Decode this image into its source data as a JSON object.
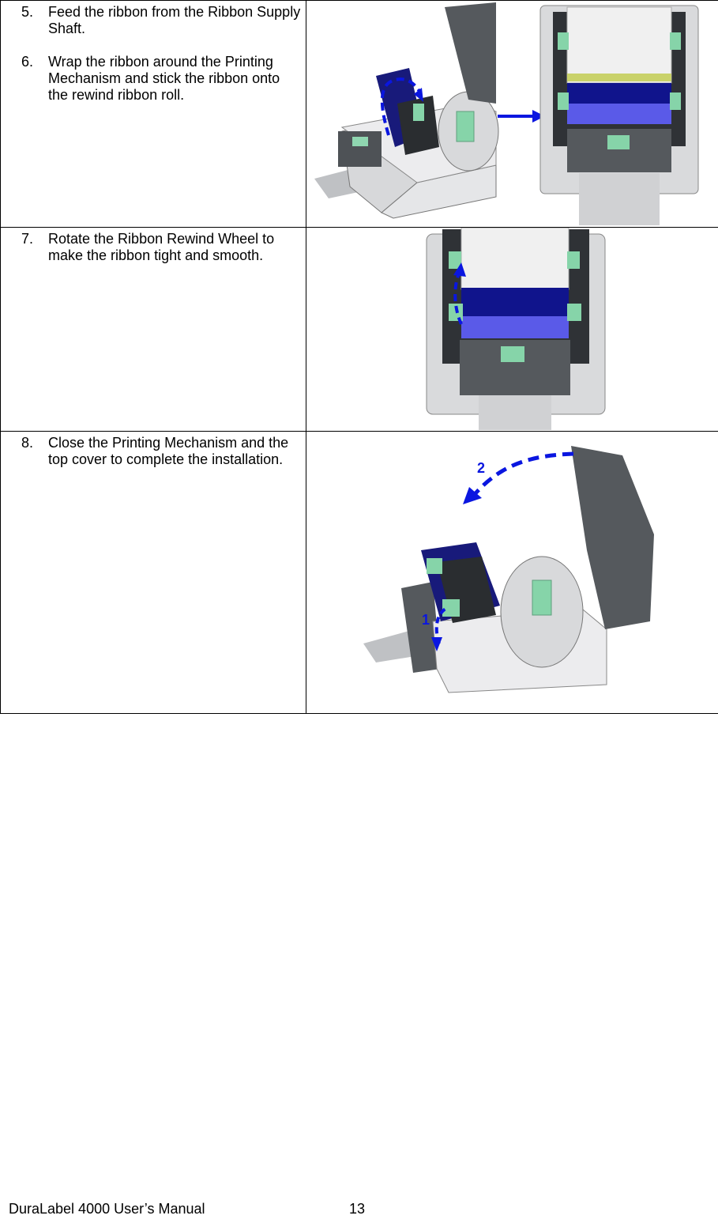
{
  "steps": [
    {
      "num": "5.",
      "text": "Feed the ribbon from the Ribbon Supply Shaft."
    },
    {
      "num": "6.",
      "text": "Wrap the ribbon around the Printing Mechanism and stick the ribbon onto the rewind ribbon roll."
    },
    {
      "num": "7.",
      "text": "Rotate the Ribbon Rewind Wheel to make the ribbon tight and smooth."
    },
    {
      "num": "8.",
      "text": "Close the Printing Mechanism and the top cover to complete the installation."
    }
  ],
  "figure_labels": {
    "arrow_1": "1",
    "arrow_2": "2"
  },
  "colors": {
    "ribbon_dark": "#10148c",
    "ribbon_light": "#5a5ae8",
    "arrow": "#0a16e0",
    "green_part": "#7fd8a8"
  },
  "footer": {
    "manual": "DuraLabel 4000 User’s Manual",
    "page": "13"
  }
}
